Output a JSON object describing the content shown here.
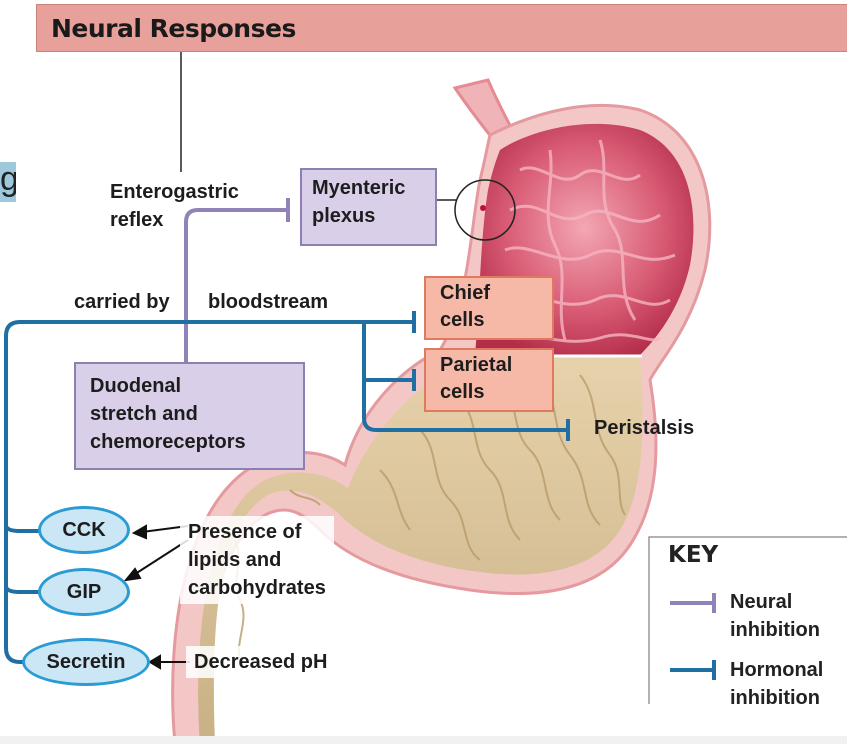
{
  "header": {
    "title": "Neural Responses"
  },
  "edge_fragment": "g",
  "nodes": {
    "enterogastric_reflex": "Enterogastric\nreflex",
    "myenteric_plexus": "Myenteric\nplexus",
    "carried_by": "carried by",
    "bloodstream": "bloodstream",
    "chief_cells": "Chief\ncells",
    "parietal_cells": "Parietal\ncells",
    "peristalsis": "Peristalsis",
    "duodenal": "Duodenal\nstretch and\nchemoreceptors",
    "cck": "CCK",
    "gip": "GIP",
    "secretin": "Secretin",
    "lipids": "Presence of\nlipids and\ncarbohydrates",
    "decreased_ph": "Decreased pH"
  },
  "key": {
    "title": "KEY",
    "neural": "Neural\ninhibition",
    "hormonal": "Hormonal\ninhibition"
  },
  "colors": {
    "banner": "#e8a09a",
    "neural_line": "#8f83b8",
    "hormonal_line": "#1f6fa2",
    "purple_box": "#d9cfe8",
    "salmon_box": "#f6b9a8",
    "pill": "#cbe7f6",
    "stomach_mucosa": "#c8405a",
    "stomach_tan": "#d8c39a"
  }
}
